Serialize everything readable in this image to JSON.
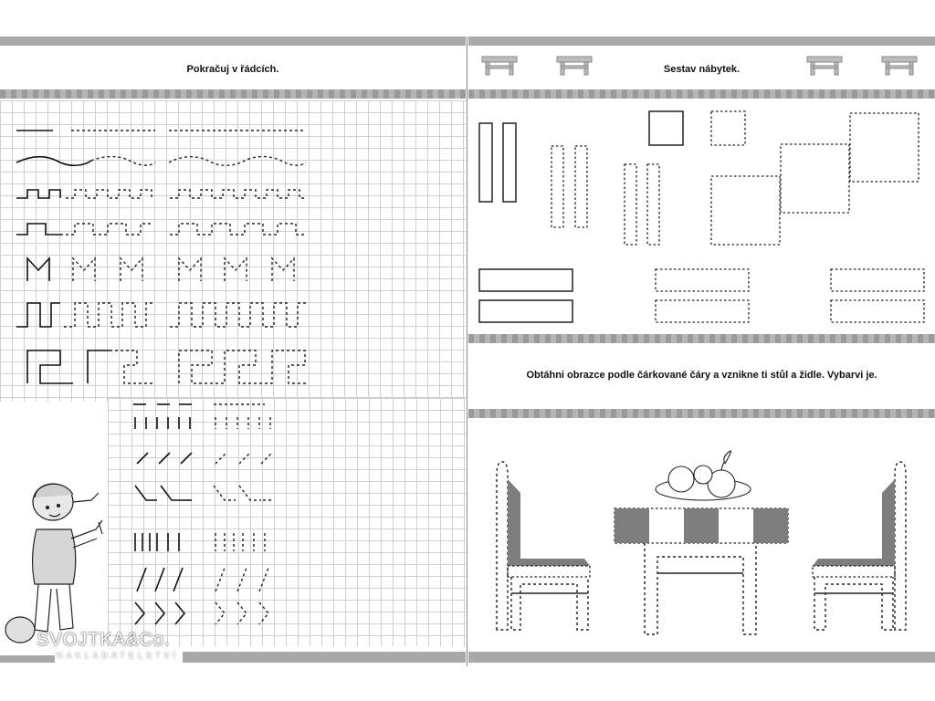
{
  "left_page": {
    "title": "Pokračuj v řádcích."
  },
  "right_page": {
    "title_top": "Sestav nábytek.",
    "title_bottom": "Obtáhni obrazce podle čárkované čáry a vznikne ti stůl a židle. Vybarvi je."
  },
  "publisher": {
    "name": "SVOJTKA&Co.",
    "subtitle": "NAKLADATELSTVÍ"
  },
  "colors": {
    "band": "#a9a9a9",
    "grid_line": "#cfcfcf",
    "shade": "#7d7d7d"
  }
}
